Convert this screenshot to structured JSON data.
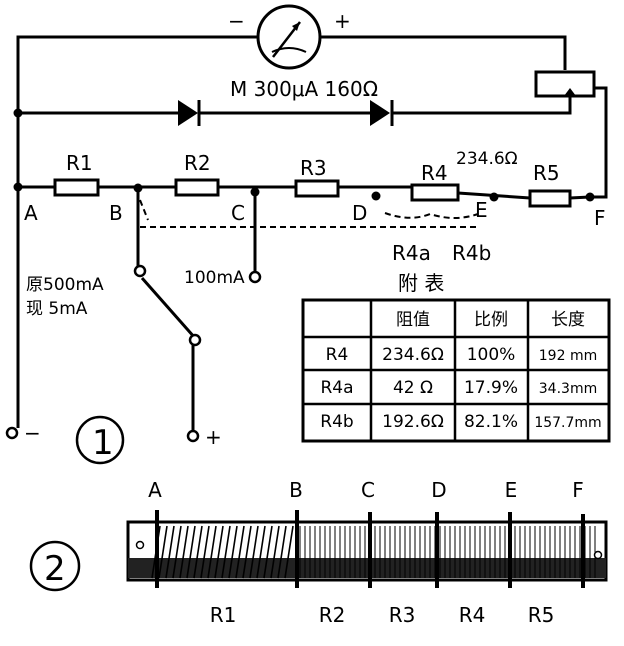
{
  "meter": {
    "minus": "−",
    "plus": "+",
    "label": "M 300μA 160Ω"
  },
  "resistors": {
    "r1": "R1",
    "r2": "R2",
    "r3": "R3",
    "r4": "R4",
    "r4_value": "234.6Ω",
    "r5": "R5"
  },
  "nodes": {
    "a": "A",
    "b": "B",
    "c": "C",
    "d": "D",
    "e": "E",
    "f": "F"
  },
  "taps": {
    "r4a": "R4a",
    "r4b": "R4b"
  },
  "switch": {
    "original": "原500mA",
    "now": "现 5mA",
    "range_100": "100mA"
  },
  "terminals": {
    "minus": "−",
    "plus": "+"
  },
  "figure_numbers": {
    "fig1": "1",
    "fig2": "2"
  },
  "table": {
    "title": "附  表",
    "headers": [
      "",
      "阻值",
      "比例",
      "长度"
    ],
    "rows": [
      [
        "R4",
        "234.6Ω",
        "100%",
        "192 mm"
      ],
      [
        "R4a",
        "42 Ω",
        "17.9%",
        "34.3mm"
      ],
      [
        "R4b",
        "192.6Ω",
        "82.1%",
        "157.7mm"
      ]
    ]
  },
  "rheostat": {
    "top_labels": [
      "A",
      "B",
      "C",
      "D",
      "E",
      "F"
    ],
    "bottom_labels": [
      "R1",
      "R2",
      "R3",
      "R4",
      "R5"
    ]
  }
}
